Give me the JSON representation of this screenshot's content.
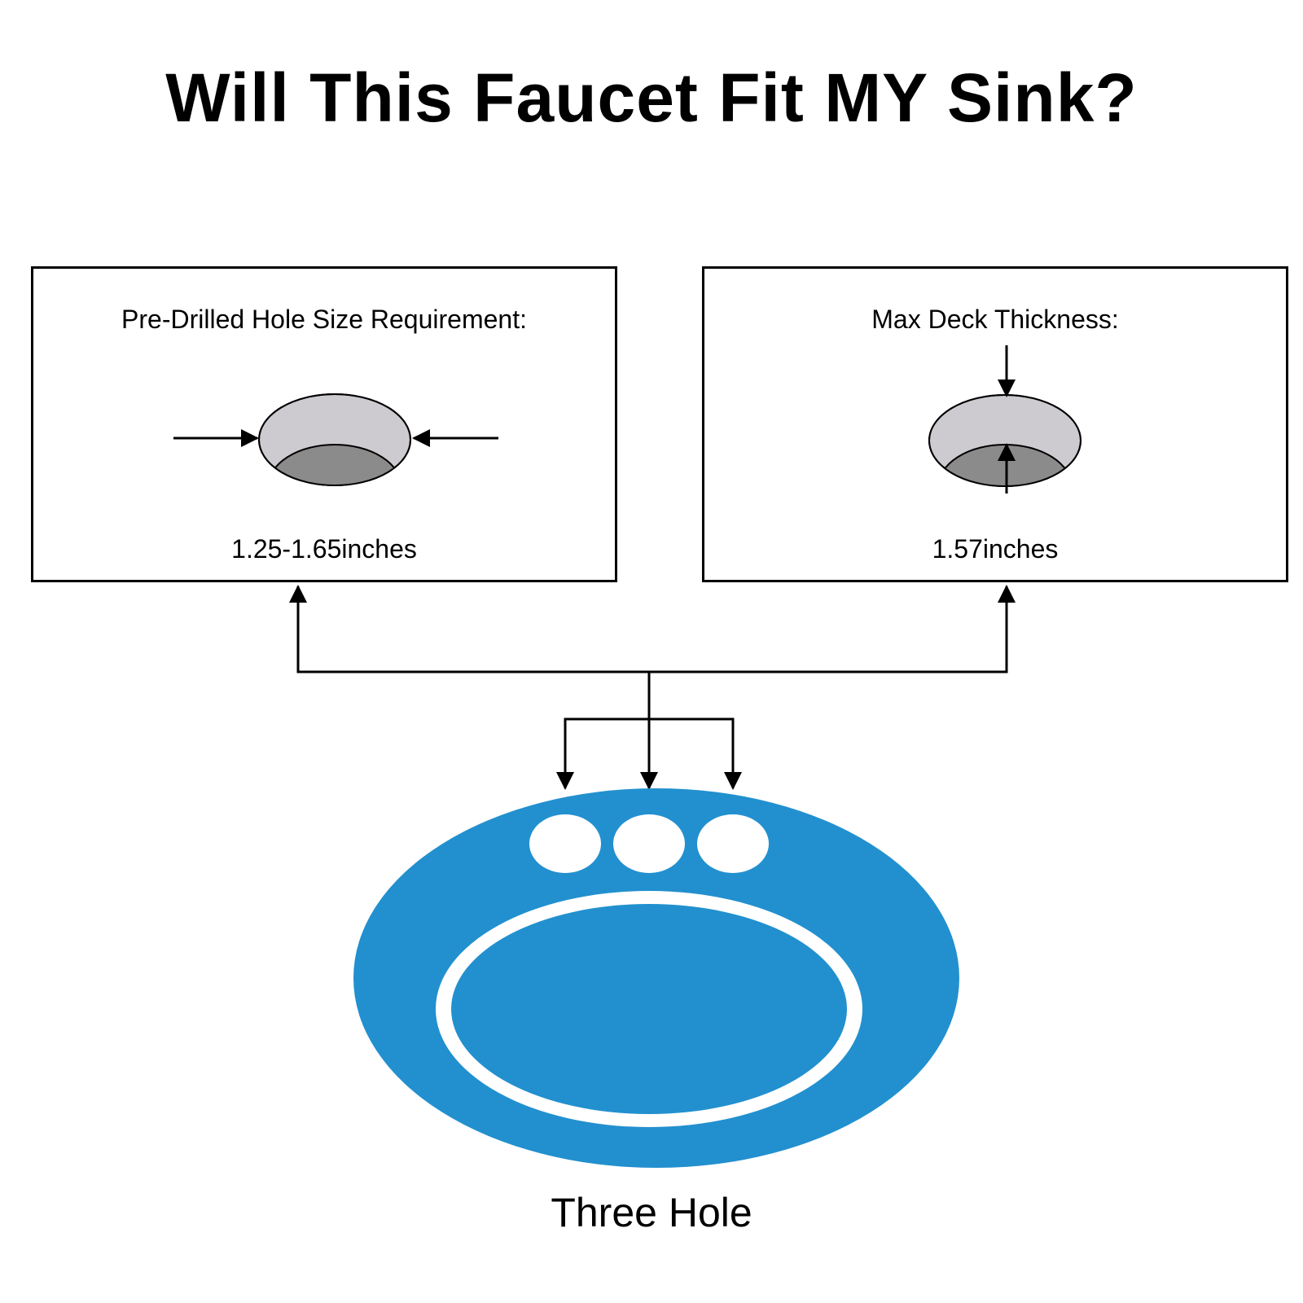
{
  "title": "Will This Faucet Fit MY Sink?",
  "hole_size": {
    "heading": "Pre-Drilled Hole Size Requirement:",
    "value": "1.25-1.65inches"
  },
  "deck_thickness": {
    "heading": "Max Deck Thickness:",
    "value": "1.57inches"
  },
  "sink": {
    "label": "Three Hole",
    "hole_count": 3
  },
  "colors": {
    "sink_blue": "#2290cf",
    "hole_top": "#cdcbd0",
    "hole_inner": "#8b8b8b",
    "line": "#000000"
  }
}
